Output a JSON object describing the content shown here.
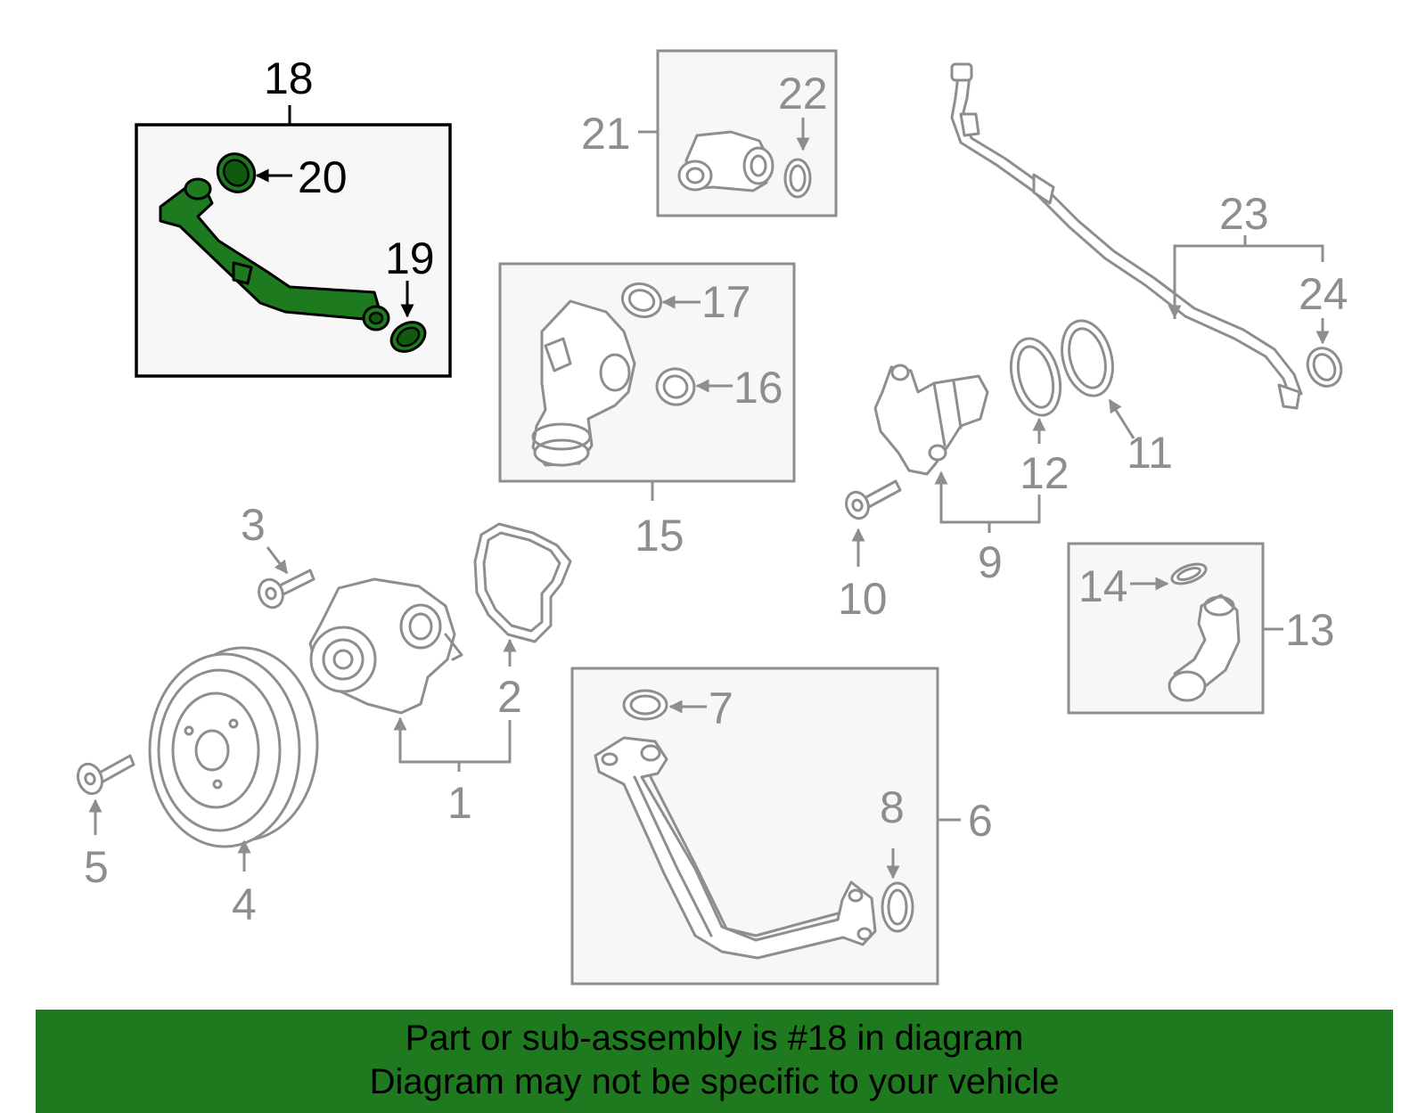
{
  "colors": {
    "highlight_fill": "#1e7a1e",
    "part_stroke": "#8e8e8e",
    "banner_background": "#1f7a1f",
    "banner_text": "#000000"
  },
  "callouts": {
    "c1": "1",
    "c2": "2",
    "c3": "3",
    "c4": "4",
    "c5": "5",
    "c6": "6",
    "c7": "7",
    "c8": "8",
    "c9": "9",
    "c10": "10",
    "c11": "11",
    "c12": "12",
    "c13": "13",
    "c14": "14",
    "c15": "15",
    "c16": "16",
    "c17": "17",
    "c18": "18",
    "c19": "19",
    "c20": "20",
    "c21": "21",
    "c22": "22",
    "c23": "23",
    "c24": "24"
  },
  "highlighted_part": "18",
  "banner": {
    "line1": "Part or sub-assembly is #18 in diagram",
    "line2": "Diagram may not be specific to your vehicle"
  }
}
